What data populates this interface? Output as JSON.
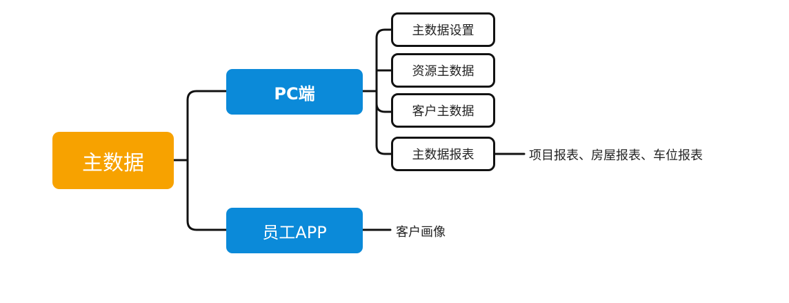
{
  "root": {
    "label": "主数据",
    "color": "#F7A200"
  },
  "branches": [
    {
      "label": "PC端",
      "color": "#0B8AD9",
      "children": [
        {
          "label": "主数据设置"
        },
        {
          "label": "资源主数据"
        },
        {
          "label": "客户主数据"
        },
        {
          "label": "主数据报表",
          "note": "项目报表、房屋报表、车位报表"
        }
      ]
    },
    {
      "label": "员工APP",
      "color": "#0B8AD9",
      "note": "客户画像"
    }
  ]
}
